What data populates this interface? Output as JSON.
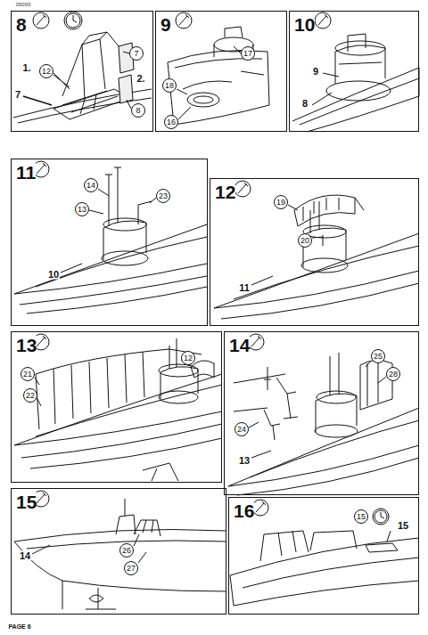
{
  "diagram": {
    "nodes": [
      {
        "text": [
          "8"
        ]
      },
      {
        "text": [
          "9"
        ]
      },
      {
        "text": [
          "10"
        ]
      },
      {
        "text": [
          "11"
        ]
      },
      {
        "text": [
          "12"
        ]
      },
      {
        "text": [
          "13"
        ]
      },
      {
        "text": [
          "14"
        ]
      },
      {
        "text": [
          "15"
        ]
      },
      {
        "text": [
          "16"
        ]
      }
    ],
    "labels": [
      "05093",
      "1.",
      "12",
      "7",
      "2.",
      "8",
      "7",
      "17",
      "18",
      "16",
      "9",
      "8",
      "14",
      "13",
      "23",
      "10",
      "19",
      "20",
      "11",
      "21",
      "22",
      "12",
      "25",
      "28",
      "24",
      "13",
      "26",
      "27",
      "14",
      "15",
      "15",
      "PAGE 6"
    ]
  }
}
